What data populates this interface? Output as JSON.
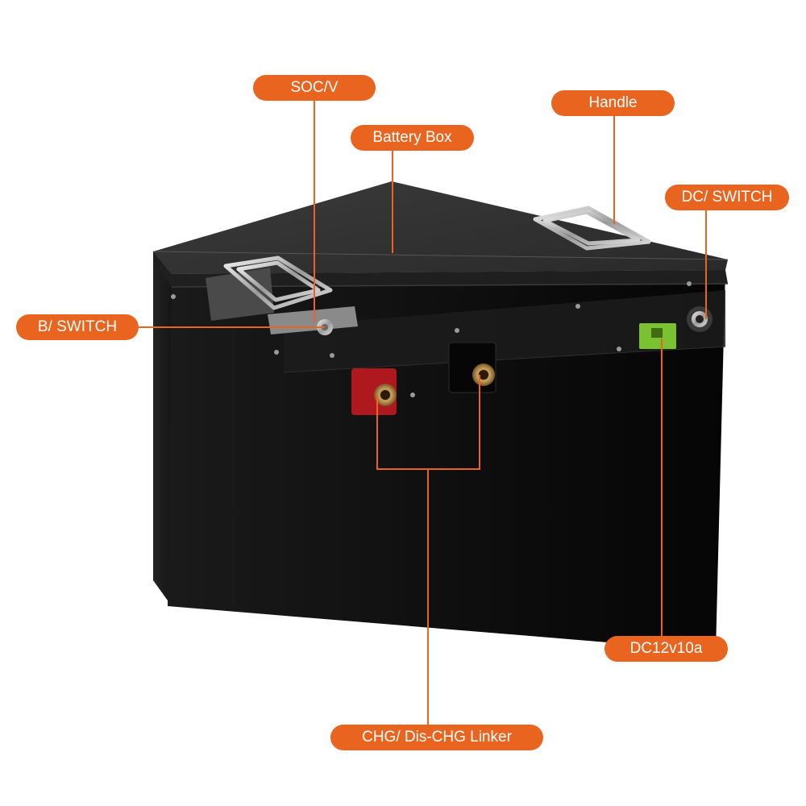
{
  "accent_color": "#e8641f",
  "box_color": "#111111",
  "terminal_positive_color": "#b01820",
  "dc_port_color": "#7ac231",
  "callouts": {
    "soc": "SOC/V",
    "battery_box": "Battery Box",
    "handle": "Handle",
    "dc_switch": "DC/ SWITCH",
    "b_switch": "B/ SWITCH",
    "dc12v10a": "DC12v10a",
    "chg_linker": "CHG/  Dis-CHG Linker"
  }
}
